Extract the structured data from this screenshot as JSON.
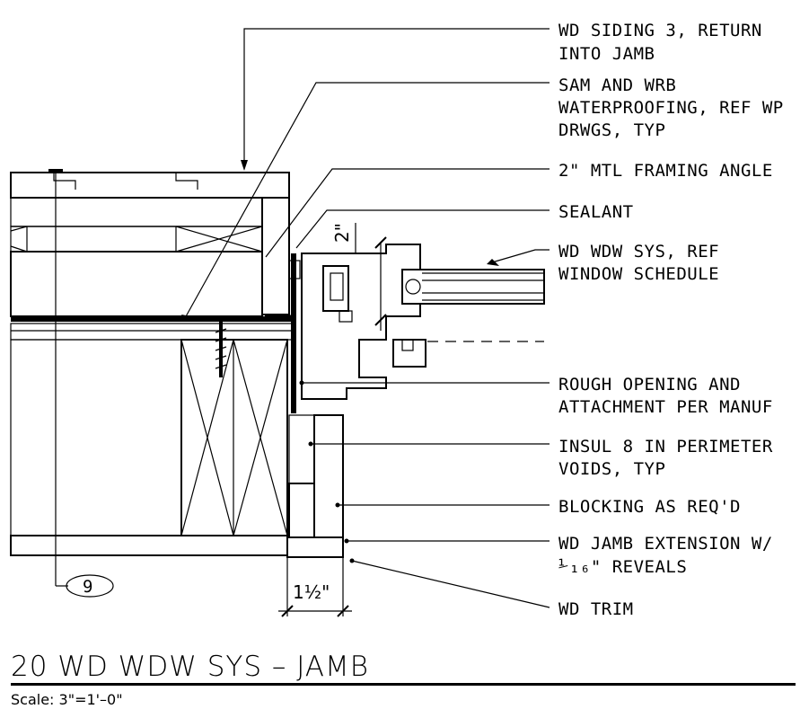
{
  "callouts": [
    {
      "line1": "WD SIDING 3, RETURN",
      "line2": "INTO JAMB"
    },
    {
      "line1": "SAM AND WRB",
      "line2": "WATERPROOFING, REF WP",
      "line3": "DRWGS, TYP"
    },
    {
      "line1": "2\" MTL FRAMING ANGLE"
    },
    {
      "line1": "SEALANT"
    },
    {
      "line1": "WD WDW SYS, REF",
      "line2": "WINDOW SCHEDULE"
    },
    {
      "line1": "ROUGH OPENING AND",
      "line2": "ATTACHMENT PER MANUF"
    },
    {
      "line1": "INSUL 8 IN PERIMETER",
      "line2": "VOIDS, TYP"
    },
    {
      "line1": "BLOCKING AS REQ'D"
    },
    {
      "line1": "WD JAMB EXTENSION W/",
      "line2": "⅟₁₆\" REVEALS"
    },
    {
      "line1": "WD TRIM"
    }
  ],
  "dimensions": {
    "angle_leg": "2\"",
    "trim_width": "1½\""
  },
  "reference_bubble": "9",
  "detail_title": "20 WD WDW SYS – JAMB",
  "scale_text": "Scale: 3\"=1'–0\""
}
